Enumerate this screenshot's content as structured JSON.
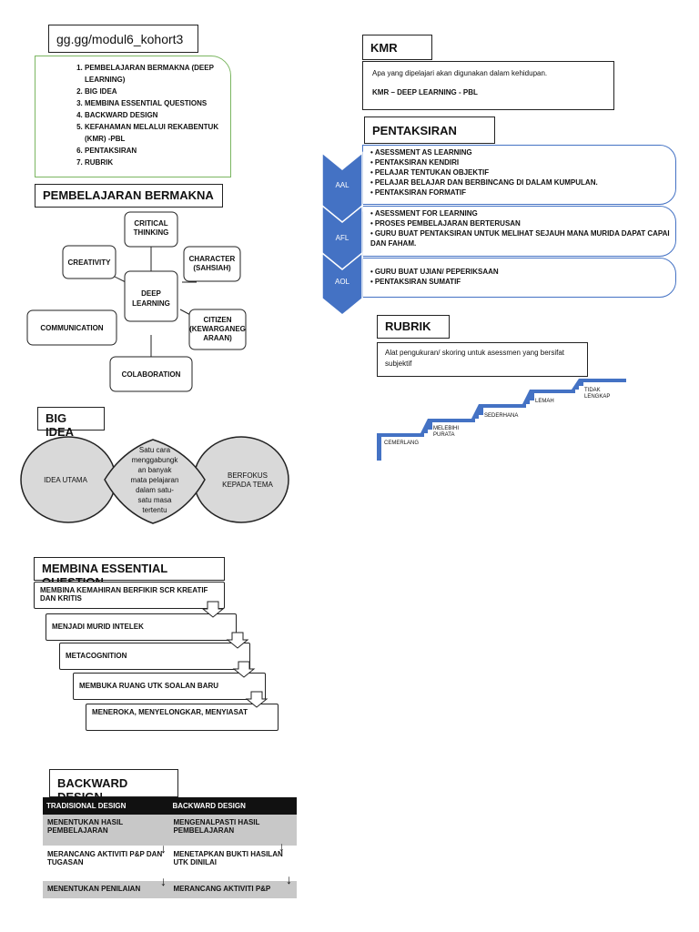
{
  "link_title": "gg.gg/modul6_kohort3",
  "contents": [
    "PEMBELAJARAN BERMAKNA (DEEP LEARNING)",
    "BIG IDEA",
    "MEMBINA ESSENTIAL QUESTIONS",
    "BACKWARD DESIGN",
    "KEFAHAMAN MELALUI REKABENTUK (KMR) -PBL",
    "PENTAKSIRAN",
    "RUBRIK"
  ],
  "bermakna": {
    "title": "PEMBELAJARAN BERMAKNA",
    "center": [
      "DEEP",
      "LEARNING"
    ],
    "critical": [
      "CRITICAL",
      "THINKING"
    ],
    "character": [
      "CHARACTER",
      "(SAHSIAH)"
    ],
    "citizen": [
      "CITIZEN",
      "(KEWARGANEG",
      "ARAAN)"
    ],
    "creativity": "CREATIVITY",
    "communication": "COMMUNICATION",
    "collaboration": "COLABORATION"
  },
  "big_idea": {
    "title": "BIG IDEA",
    "left": "IDEA UTAMA",
    "middle": [
      "Satu cara",
      "menggabungk",
      "an banyak",
      "mata pelajaran",
      "dalam satu-",
      "satu masa",
      "tertentu"
    ],
    "right": [
      "BERFOKUS",
      "KEPADA TEMA"
    ]
  },
  "essential": {
    "title": "MEMBINA ESSENTIAL QUESTION",
    "steps": [
      "MEMBINA KEMAHIRAN BERFIKIR SCR KREATIF DAN KRITIS",
      "MENJADI MURID INTELEK",
      "METACOGNITION",
      "MEMBUKA RUANG UTK SOALAN BARU",
      "MENEROKA, MENYELONGKAR, MENYIASAT"
    ]
  },
  "backward": {
    "title": "BACKWARD DESIGN",
    "headers": [
      "TRADISIONAL DESIGN",
      "BACKWARD DESIGN"
    ],
    "rows": [
      [
        "MENENTUKAN HASIL PEMBELAJARAN",
        "MENGENALPASTI HASIL PEMBELAJARAN"
      ],
      [
        "MERANCANG AKTIVITI P&P DAN TUGASAN",
        "MENETAPKAN BUKTI HASILAN UTK DINILAI"
      ],
      [
        "MENENTUKAN PENILAIAN",
        "MERANCANG AKTIVITI P&P"
      ]
    ]
  },
  "kmr": {
    "title": "KMR",
    "line1": "Apa yang dipelajari akan digunakan dalam kehidupan.",
    "line2": "KMR – DEEP LEARNING - PBL"
  },
  "pentaksiran": {
    "title": "PENTAKSIRAN",
    "aal": {
      "label": "AAL",
      "items": [
        "ASESSMENT AS LEARNING",
        "PENTAKSIRAN KENDIRI",
        "PELAJAR TENTUKAN OBJEKTIF",
        "PELAJAR BELAJAR DAN BERBINCANG DI DALAM KUMPULAN.",
        "PENTAKSIRAN FORMATIF"
      ]
    },
    "afl": {
      "label": "AFL",
      "items": [
        "ASESSMENT FOR LEARNING",
        "PROSES PEMBELAJARAN BERTERUSAN",
        "GURU BUAT PENTAKSIRAN UNTUK MELIHAT SEJAUH MANA MURIDA DAPAT CAPAI DAN FAHAM."
      ]
    },
    "aol": {
      "label": "AOL",
      "items": [
        "GURU BUAT UJIAN/ PEPERIKSAAN",
        "PENTAKSIRAN SUMATIF"
      ]
    }
  },
  "rubrik": {
    "title": "RUBRIK",
    "desc": "Alat pengukuran/ skoring untuk asessmen yang bersifat subjektif",
    "steps": [
      "CEMERLANG",
      "MELEBIHI PURATA",
      "SEDERHANA",
      "LEMAH",
      "TIDAK LENGKAP"
    ]
  },
  "colors": {
    "blue": "#4472c4",
    "green": "#7bb661",
    "grey": "#c8c8c8"
  }
}
